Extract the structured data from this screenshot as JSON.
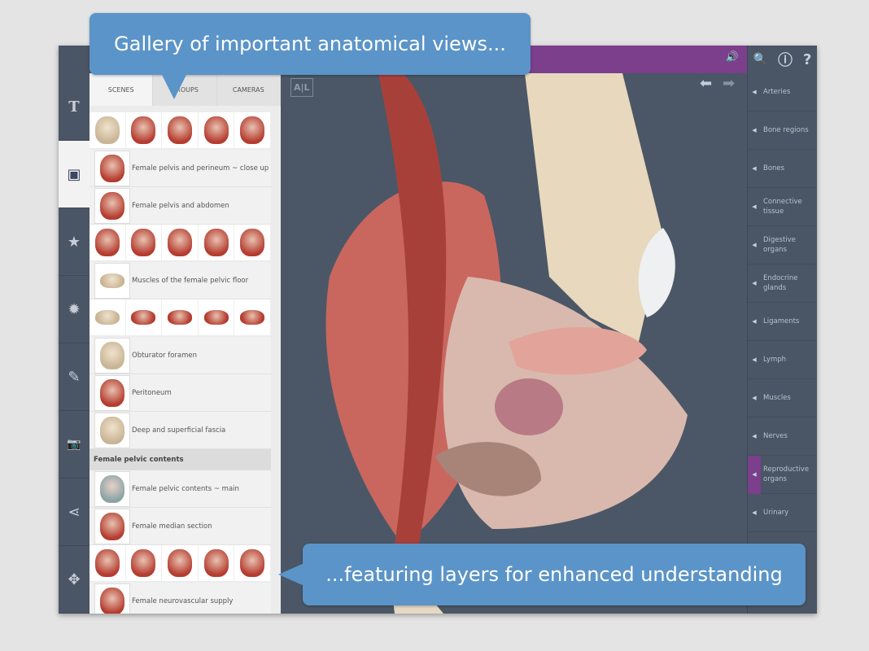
{
  "callouts": {
    "top": "Gallery of important anatomical views...",
    "bottom": "...featuring layers for enhanced understanding"
  },
  "rail": [
    {
      "icon": "text-icon",
      "glyph": "T"
    },
    {
      "icon": "scenes-icon",
      "glyph": "▣"
    },
    {
      "icon": "star-icon",
      "glyph": "★"
    },
    {
      "icon": "gear-icon",
      "glyph": "✹"
    },
    {
      "icon": "tools-icon",
      "glyph": "✎"
    },
    {
      "icon": "camera-icon",
      "glyph": "📷"
    },
    {
      "icon": "share-icon",
      "glyph": "⋖"
    },
    {
      "icon": "move-icon",
      "glyph": "✥"
    }
  ],
  "tabs": [
    "SCENES",
    "GROUPS",
    "CAMERAS"
  ],
  "list": {
    "items": [
      "Female pelvis and perineum ~ close up",
      "Female pelvis and abdomen",
      "Muscles of the female pelvic floor",
      "Obturator foramen",
      "Peritoneum",
      "Deep and superficial fascia",
      "Female pelvic contents ~ main",
      "Female median section",
      "Female neurovascular supply"
    ],
    "section": "Female pelvic contents"
  },
  "viewport": {
    "label_icon": "A|L"
  },
  "topbar": {
    "sound": "🔊"
  },
  "right": {
    "icons": [
      "🔍",
      "ⓘ",
      "?"
    ],
    "items": [
      "Arteries",
      "Bone regions",
      "Bones",
      "Connective tissue",
      "Digestive organs",
      "Endocrine glands",
      "Ligaments",
      "Lymph",
      "Muscles",
      "Nerves",
      "Reproductive organs",
      "Urinary"
    ],
    "active": "Reproductive organs"
  },
  "colors": {
    "accent": "#7b3f8c",
    "callout": "#5b94c8",
    "panel": "#4a5565"
  }
}
